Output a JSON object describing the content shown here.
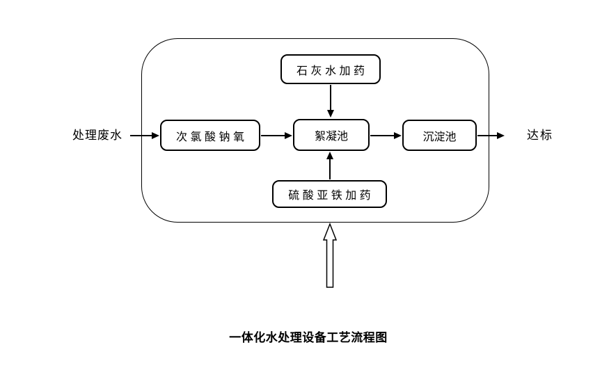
{
  "diagram": {
    "caption": "一体化水处理设备工艺流程图",
    "labels": {
      "influent": "处理废水",
      "effluent": "达标"
    },
    "nodes": {
      "lime_dosing": {
        "label": "石灰水加药"
      },
      "naclo_oxidation": {
        "label": "次氯酸钠氧"
      },
      "flocculation_tank": {
        "label": "絮凝池"
      },
      "sedimentation_tank": {
        "label": "沉淀池"
      },
      "ferrous_sulfate_dosing": {
        "label": "硫酸亚铁加药"
      }
    },
    "edges": [
      {
        "from": "influent",
        "to": "naclo_oxidation",
        "style": "solid-arrow"
      },
      {
        "from": "naclo_oxidation",
        "to": "flocculation_tank",
        "style": "solid-arrow"
      },
      {
        "from": "lime_dosing",
        "to": "flocculation_tank",
        "style": "solid-arrow"
      },
      {
        "from": "ferrous_sulfate_dosing",
        "to": "flocculation_tank",
        "style": "solid-arrow"
      },
      {
        "from": "flocculation_tank",
        "to": "sedimentation_tank",
        "style": "solid-arrow"
      },
      {
        "from": "sedimentation_tank",
        "to": "effluent",
        "style": "solid-arrow"
      },
      {
        "from": "bottom-outside",
        "to": "equipment-boundary",
        "style": "hollow-arrow-up"
      }
    ],
    "colors": {
      "stroke": "#000000",
      "background": "#ffffff",
      "text": "#000000"
    }
  }
}
